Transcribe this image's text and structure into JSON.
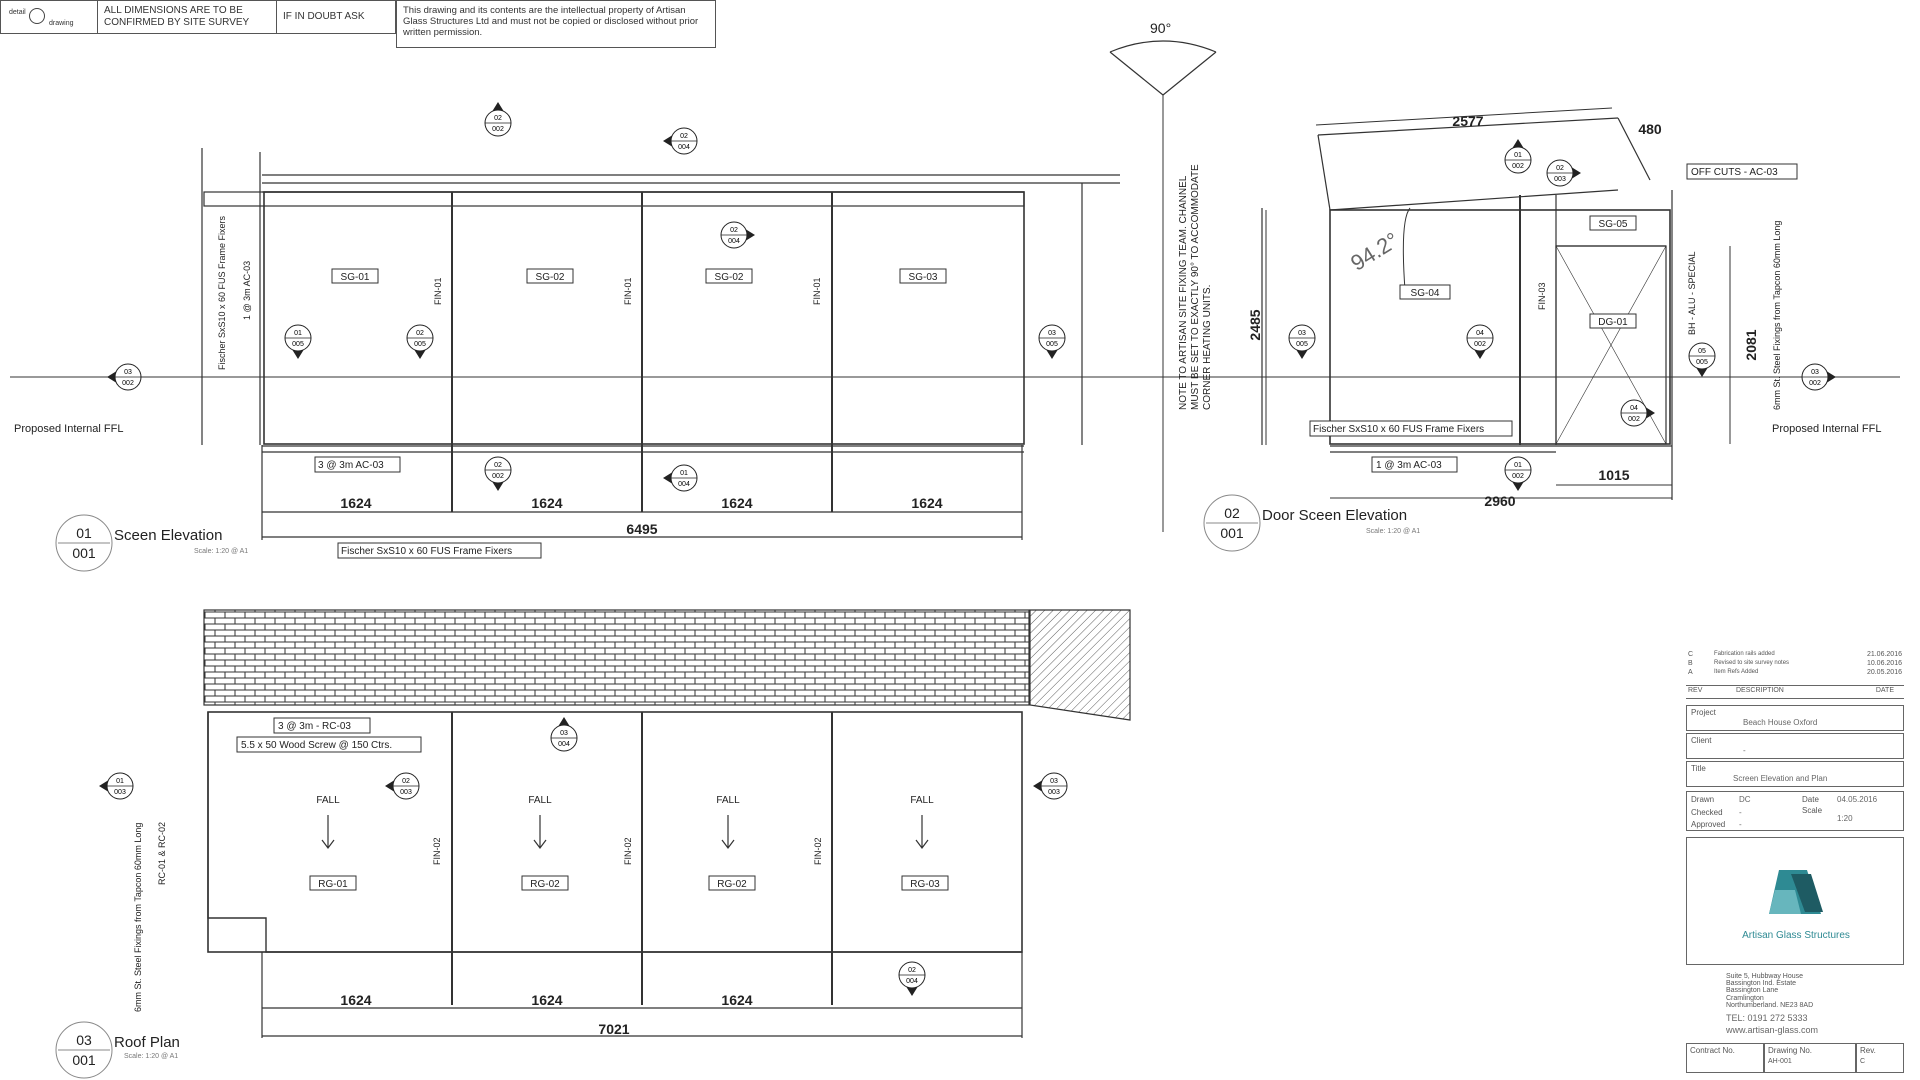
{
  "header": {
    "logo_top": "detail",
    "logo_bottom": "drawing",
    "note_survey": "ALL DIMENSIONS ARE TO BE CONFIRMED BY SITE SURVEY",
    "note_doubt": "IF IN DOUBT ASK",
    "note_copyright": "This drawing and its contents are the intellectual property of Artisan Glass Structures Ltd and must not be copied or disclosed without prior written permission."
  },
  "angle_90": "90°",
  "angle_942": "94.2°",
  "ffl_label": "Proposed Internal FFL",
  "vertical_note": [
    "NOTE TO ARTISAN SITE FIXING TEAM. CHANNEL",
    "MUST BE SET TO EXACTLY 90° TO ACCOMMODATE",
    "CORNER HEATING UNITS."
  ],
  "screen_elevation": {
    "title": "Sceen Elevation",
    "num_top": "01",
    "num_bottom": "001",
    "scale": "Scale: 1:20 @ A1",
    "panels": [
      "SG-01",
      "SG-02",
      "SG-02",
      "SG-03"
    ],
    "fins": [
      "FIN-01",
      "FIN-01",
      "FIN-01"
    ],
    "bay_dims": [
      "1624",
      "1624",
      "1624",
      "1624"
    ],
    "overall_dim": "6495",
    "tag_left": "3 @ 3m AC-03",
    "tag_fixers": "Fischer SxS10 x 60 FUS Frame Fixers",
    "vtext_fixers": "Fischer SxS10 x 60 FUS Frame Fixers",
    "vtext_ac": "1 @ 3m AC-03"
  },
  "door_elevation": {
    "title": "Door Sceen Elevation",
    "num_top": "02",
    "num_bottom": "001",
    "scale": "Scale: 1:20 @ A1",
    "dim_top": "2577",
    "dim_top_right": "480",
    "dim_height": "2485",
    "dim_right": "2081",
    "dim_bottom": "2960",
    "dim_door": "1015",
    "tag_offcuts": "OFF CUTS - AC-03",
    "panel_sg04": "SG-04",
    "panel_sg05": "SG-05",
    "panel_dg01": "DG-01",
    "fin": "FIN-03",
    "vtext_bh": "BH - ALU - SPECIAL",
    "vtext_tapcon": "6mm St. Steel Fixings from Tapcon 60mm Long",
    "tag_fixers": "Fischer SxS10 x 60 FUS Frame Fixers",
    "tag_ac": "1 @ 3m AC-03"
  },
  "roof_plan": {
    "title": "Roof Plan",
    "num_top": "03",
    "num_bottom": "001",
    "scale": "Scale: 1:20 @ A1",
    "fall": "FALL",
    "panels": [
      "RG-01",
      "RG-02",
      "RG-02",
      "RG-03"
    ],
    "fins": [
      "FIN-02",
      "FIN-02",
      "FIN-02"
    ],
    "bay_dims": [
      "1624",
      "1624",
      "1624"
    ],
    "overall_dim": "7021",
    "tag_rc": "3 @ 3m - RC-03",
    "tag_screw": "5.5 x 50 Wood Screw @ 150 Ctrs.",
    "vtext_tapcon": "6mm St. Steel Fixings from Tapcon 60mm Long",
    "vtext_rc": "RC-01 & RC-02"
  },
  "section_markers": [
    {
      "top": "02",
      "bottom": "002"
    },
    {
      "top": "02",
      "bottom": "004"
    },
    {
      "top": "02",
      "bottom": "004"
    },
    {
      "top": "01",
      "bottom": "005"
    },
    {
      "top": "02",
      "bottom": "005"
    },
    {
      "top": "03",
      "bottom": "005"
    },
    {
      "top": "03",
      "bottom": "002"
    },
    {
      "top": "02",
      "bottom": "002"
    },
    {
      "top": "01",
      "bottom": "004"
    },
    {
      "top": "01",
      "bottom": "002"
    },
    {
      "top": "02",
      "bottom": "003"
    },
    {
      "top": "03",
      "bottom": "005"
    },
    {
      "top": "04",
      "bottom": "002"
    },
    {
      "top": "05",
      "bottom": "005"
    },
    {
      "top": "03",
      "bottom": "002"
    },
    {
      "top": "04",
      "bottom": "002"
    },
    {
      "top": "01",
      "bottom": "002"
    },
    {
      "top": "03",
      "bottom": "004"
    },
    {
      "top": "01",
      "bottom": "003"
    },
    {
      "top": "02",
      "bottom": "003"
    },
    {
      "top": "03",
      "bottom": "003"
    },
    {
      "top": "02",
      "bottom": "004"
    }
  ],
  "title_block": {
    "revisions": [
      {
        "rev": "C",
        "desc": "Fabrication rails added",
        "date": "21.06.2016"
      },
      {
        "rev": "B",
        "desc": "Revised to site survey notes",
        "date": "10.06.2016"
      },
      {
        "rev": "A",
        "desc": "Item Refs Added",
        "date": "20.05.2016"
      }
    ],
    "rev_header": "REV",
    "desc_header": "DESCRIPTION",
    "date_header": "DATE",
    "project_label": "Project",
    "project_value": "Beach House Oxford",
    "client_label": "Client",
    "client_value": "-",
    "title_label": "Title",
    "title_value": "Screen Elevation and Plan",
    "drawn_label": "Drawn",
    "drawn_value": "DC",
    "date_label": "Date",
    "date_value": "04.05.2016",
    "checked_label": "Checked",
    "checked_value": "-",
    "scale_label": "Scale",
    "scale_value": "1:20",
    "approved_label": "Approved",
    "approved_value": "-",
    "company": "Artisan Glass Structures",
    "address": [
      "Suite 5, Hubbway House",
      "Bassington Ind. Estate",
      "Bassington Lane",
      "Cramlington",
      "Northumberland.  NE23 8AD"
    ],
    "tel": "TEL:  0191  272  5333",
    "web": "www.artisan-glass.com",
    "contract_label": "Contract No.",
    "drawing_label": "Drawing No.",
    "drawing_value": "AH-001",
    "rev_label": "Rev.",
    "rev_value": "C"
  },
  "colors": {
    "line": "#333333",
    "teal": "#2e8a93",
    "teal_dark": "#1e5b63",
    "teal_light": "#67b6bd"
  }
}
